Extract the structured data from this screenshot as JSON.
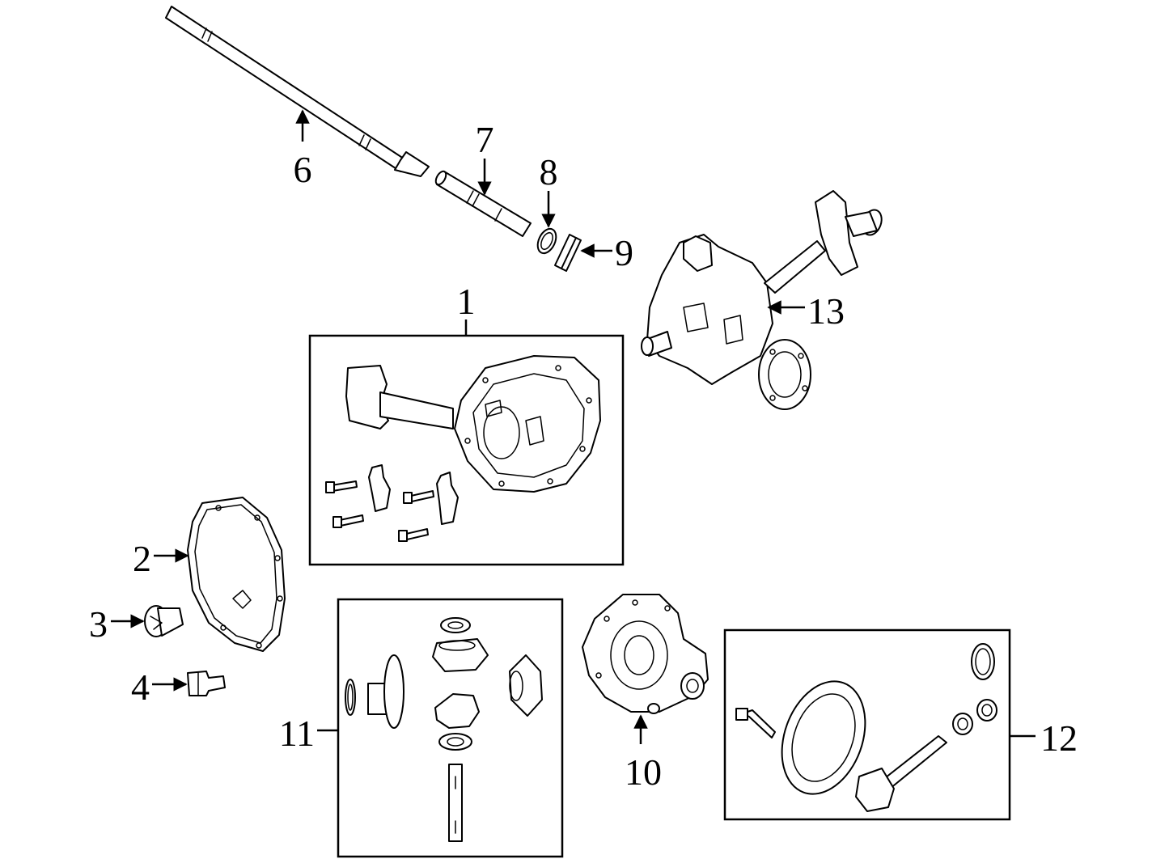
{
  "callouts": {
    "c1": "1",
    "c2": "2",
    "c3": "3",
    "c4": "4",
    "c6": "6",
    "c7": "7",
    "c8": "8",
    "c9": "9",
    "c10": "10",
    "c11": "11",
    "c12": "12",
    "c13": "13"
  }
}
